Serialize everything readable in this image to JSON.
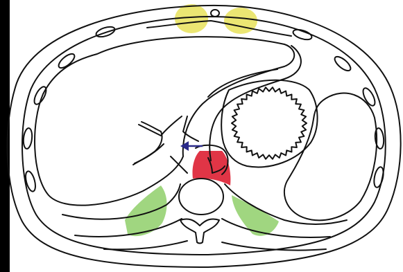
{
  "diagram": {
    "colors": {
      "background": "#000000",
      "panel": "#ffffff",
      "outline": "#111111",
      "highlight_yellow": "#e8e25a",
      "highlight_green": "#8fcf6a",
      "highlight_red": "#de2a3c",
      "arrow": "#2a2a8a"
    },
    "highlights": [
      {
        "name": "anterior-left-highlight",
        "color": "highlight_yellow"
      },
      {
        "name": "anterior-right-highlight",
        "color": "highlight_yellow"
      },
      {
        "name": "posterior-right-highlight",
        "color": "highlight_green"
      },
      {
        "name": "posterior-left-highlight",
        "color": "highlight_green"
      },
      {
        "name": "retrocrural-highlight",
        "color": "highlight_red"
      }
    ],
    "arrow": {
      "name": "pointer-arrow",
      "color": "arrow",
      "direction": "left"
    }
  }
}
